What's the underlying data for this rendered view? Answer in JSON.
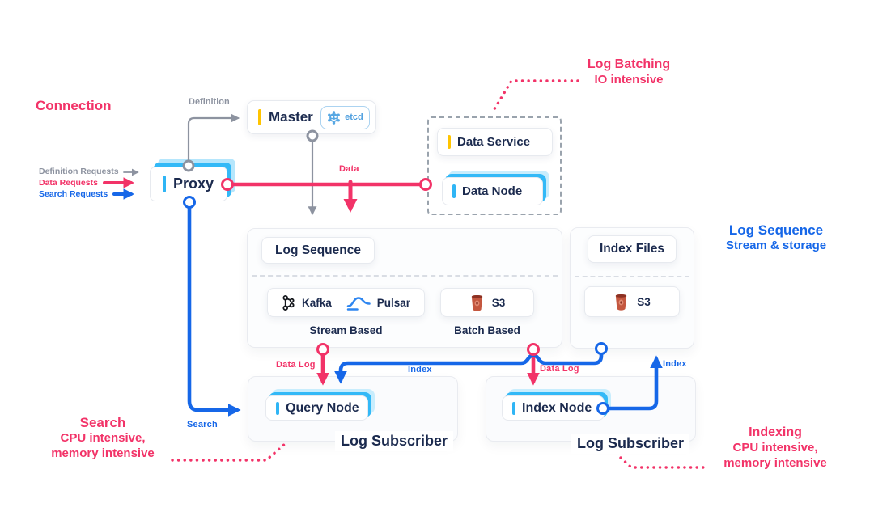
{
  "headings": {
    "connection": "Connection"
  },
  "requests": {
    "definition": "Definition Requests",
    "data": "Data Requests",
    "search": "Search Requests"
  },
  "edge_labels": {
    "definition": "Definition",
    "data": "Data",
    "search": "Search",
    "data_log_query": "Data Log",
    "data_log_index": "Data Log",
    "index_to_query": "Index",
    "index_to_files": "Index"
  },
  "nodes": {
    "master": {
      "label": "Master",
      "badge": "etcd"
    },
    "proxy": {
      "label": "Proxy"
    },
    "data_service": {
      "label": "Data Service"
    },
    "data_node": {
      "label": "Data Node"
    },
    "log_sequence": {
      "title": "Log Sequence",
      "kafka": "Kafka",
      "pulsar": "Pulsar",
      "s3": "S3",
      "stream_caption": "Stream Based",
      "batch_caption": "Batch Based"
    },
    "index_files": {
      "title": "Index Files",
      "s3": "S3"
    },
    "query_node": {
      "label": "Query Node",
      "container": "Log Subscriber"
    },
    "index_node": {
      "label": "Index Node",
      "container": "Log Subscriber"
    }
  },
  "annotations": {
    "log_batching": {
      "title": "Log Batching",
      "line1": "IO intensive"
    },
    "log_sequence": {
      "title": "Log Sequence",
      "line1": "Stream & storage"
    },
    "search": {
      "title": "Search",
      "line1": "CPU intensive,",
      "line2": "memory intensive"
    },
    "indexing": {
      "title": "Indexing",
      "line1": "CPU intensive,",
      "line2": "memory intensive"
    }
  },
  "colors": {
    "pink": "#F23368",
    "blue": "#1667E8",
    "sky": "#33B9F7",
    "navy": "#1B2A4E",
    "gray": "#8D93A0",
    "yellow": "#FFC400",
    "s3_red": "#C4573F",
    "etcd_blue": "#57A7E3"
  }
}
